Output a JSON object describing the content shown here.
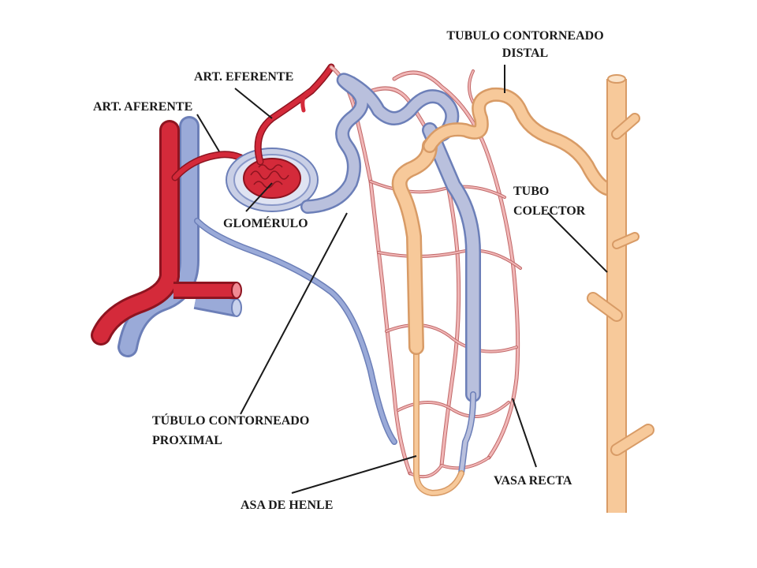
{
  "diagram": {
    "labels": {
      "distal_line1": "TUBULO CONTORNEADO",
      "distal_line2": "DISTAL",
      "efferent": "ART. EFERENTE",
      "afferent": "ART. AFERENTE",
      "glomerulus": "GLOMÉRULO",
      "collecting_line1": "TUBO",
      "collecting_line2": "COLECTOR",
      "proximal_line1": "TÚBULO CONTORNEADO",
      "proximal_line2": "PROXIMAL",
      "vasa_recta": "VASA RECTA",
      "henle": "ASA DE HENLE"
    },
    "colors": {
      "artery": "#d42a3a",
      "artery_dark": "#8e1420",
      "vein": "#9aaad8",
      "vein_dark": "#6c7fb8",
      "capillary": "#e8a0a0",
      "capillary_dark": "#c06868",
      "tubule": "#f7c99a",
      "tubule_dark": "#d89b66",
      "descending": "#b9c0dd",
      "capsule": "#b8c2de"
    }
  }
}
